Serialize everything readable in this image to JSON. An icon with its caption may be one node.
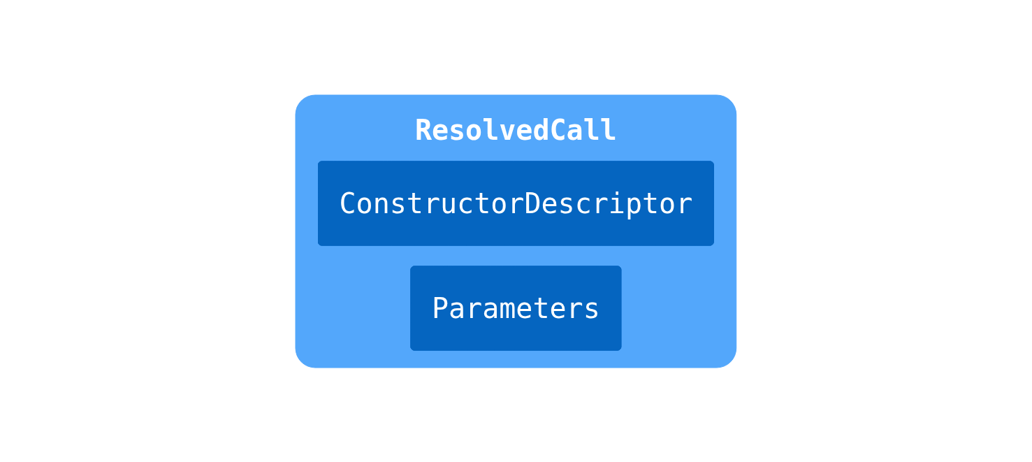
{
  "diagram": {
    "nodes": [
      {
        "text": [
          "ResolvedCall"
        ]
      },
      {
        "text": [
          "ConstructorDescriptor"
        ],
        "in": 0
      },
      {
        "text": [
          "Parameters"
        ],
        "in": 0
      }
    ]
  }
}
